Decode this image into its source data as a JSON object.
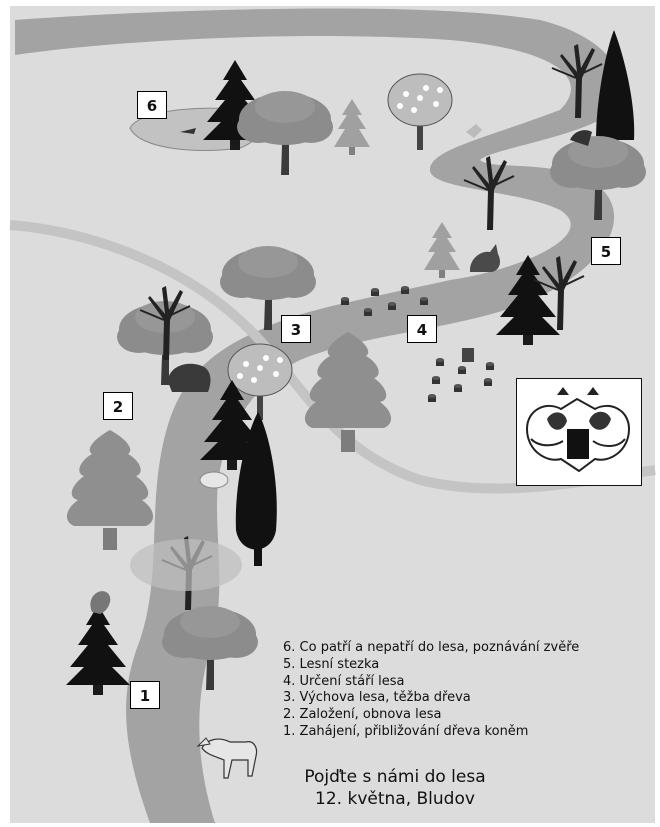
{
  "stations": [
    {
      "number": "6"
    },
    {
      "number": "5"
    },
    {
      "number": "4"
    },
    {
      "number": "3"
    },
    {
      "number": "2"
    },
    {
      "number": "1"
    }
  ],
  "legend": [
    "6. Co patří a nepatří do lesa, poznávání zvěře",
    "5. Lesní stezka",
    "4. Určení stáří lesa",
    "3. Výchova lesa, těžba dřeva",
    "2. Založení, obnova lesa",
    "1. Zahájení, přibližování dřeva koněm"
  ],
  "footer": {
    "line1": "Pojďte s námi do lesa",
    "line2": "12. května, Bludov"
  },
  "colors": {
    "background": "#dcdcdc",
    "path": "#a3a3a3",
    "tree": "#8a8a8a",
    "dark_tree": "#111111",
    "pond": "#c2c2c2"
  }
}
